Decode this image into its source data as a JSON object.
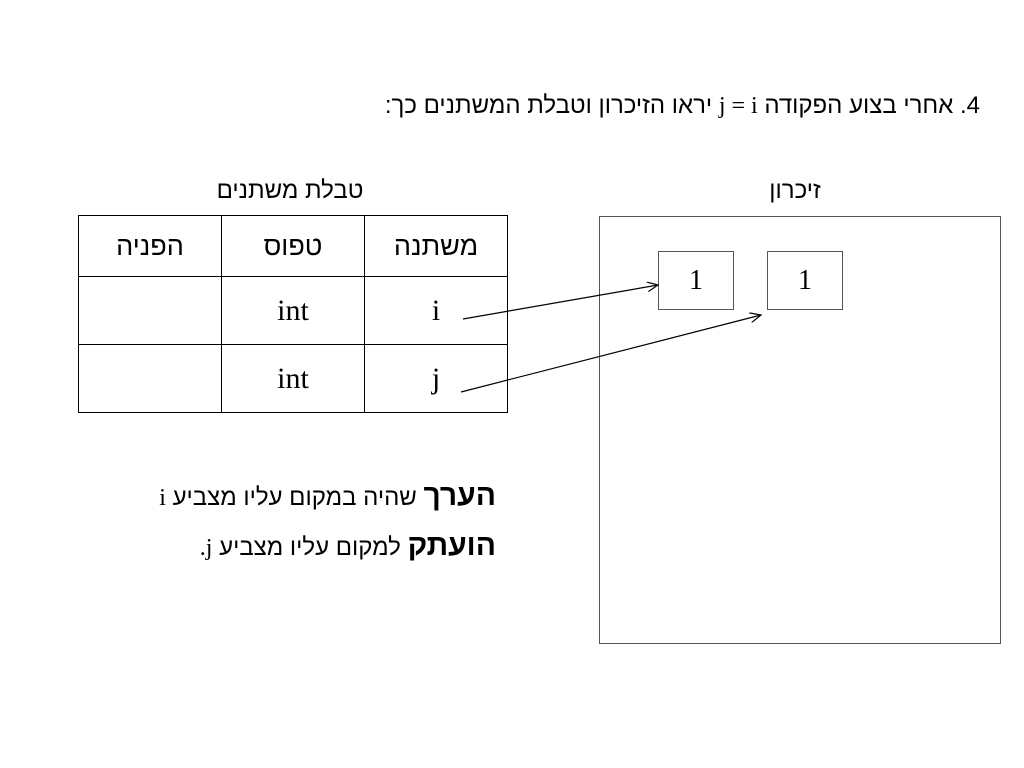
{
  "heading": {
    "number": "4.",
    "text_before": "אחרי בצוע הפקודה",
    "command": "j = i",
    "text_after": "יראו הזיכרון וטבלת המשתנים כך:"
  },
  "table_caption": "טבלת משתנים",
  "memory_caption": "זיכרון",
  "table": {
    "headers": [
      "משתנה",
      "טפוס",
      "הפניה"
    ],
    "rows": [
      {
        "name": "i",
        "type": "int",
        "ref": ""
      },
      {
        "name": "j",
        "type": "int",
        "ref": ""
      }
    ]
  },
  "memory_cells": [
    "1",
    "1"
  ],
  "note": {
    "line1_bold": "הערך",
    "line1_text": "שהיה במקום עליו מצביע",
    "line1_var": "i",
    "line2_bold": "הועתק",
    "line2_text": "למקום עליו מצביע",
    "line2_var": "j."
  }
}
